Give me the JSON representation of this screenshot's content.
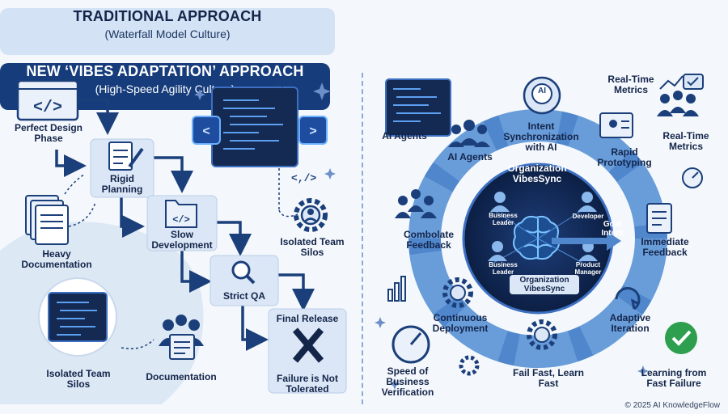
{
  "left": {
    "title": "TRADITIONAL APPROACH",
    "subtitle": "(Waterfall Model Culture)",
    "labels": {
      "design": "Perfect Design Phase",
      "planning": "Rigid Planning",
      "development": "Slow Development",
      "qa": "Strict QA",
      "release": "Final Release",
      "failure": "Failure is Not Tolerated",
      "documentation_heavy": "Heavy Documentation",
      "silos_left": "Isolated Team Silos",
      "silos_right": "Isolated Team Silos",
      "documentation": "Documentation"
    },
    "code_tags": [
      "</>",
      "<,/>"
    ]
  },
  "right": {
    "title": "NEW ‘VIBES ADAPTATION’ APPROACH",
    "subtitle": "(High-Speed Agility Culture)",
    "center": {
      "title": "Organization VibesSync",
      "bottom": "Organization VibesSync",
      "roles": [
        "Business Leader",
        "Developer",
        "Business Leader",
        "Product Manager"
      ],
      "goal": "Goal Intent",
      "ai": "AI"
    },
    "labels": {
      "ai_agents_outer": "AI Agents",
      "ai_agents": "AI Agents",
      "intent_sync": "Intent Synchronization with AI",
      "realtime_top": "Real-Time Metrics",
      "realtime_right": "Real-Time Metrics",
      "rapid": "Rapid Prototyping",
      "combolate": "Combolate Feedback",
      "immediate": "Immediate Feedback",
      "continuous": "Continuous Deployment",
      "adaptive": "Adaptive Iteration",
      "failfast": "Fail Fast, Learn Fast",
      "learning": "Learning from Fast Failure",
      "speed": "Speed of Business Verification"
    }
  },
  "footer": "© 2025 AI KnowledgeFlow",
  "colors": {
    "navy": "#163c7c",
    "dark": "#14254a",
    "light_blue": "#dbe7f6",
    "green": "#2e9e4f"
  }
}
